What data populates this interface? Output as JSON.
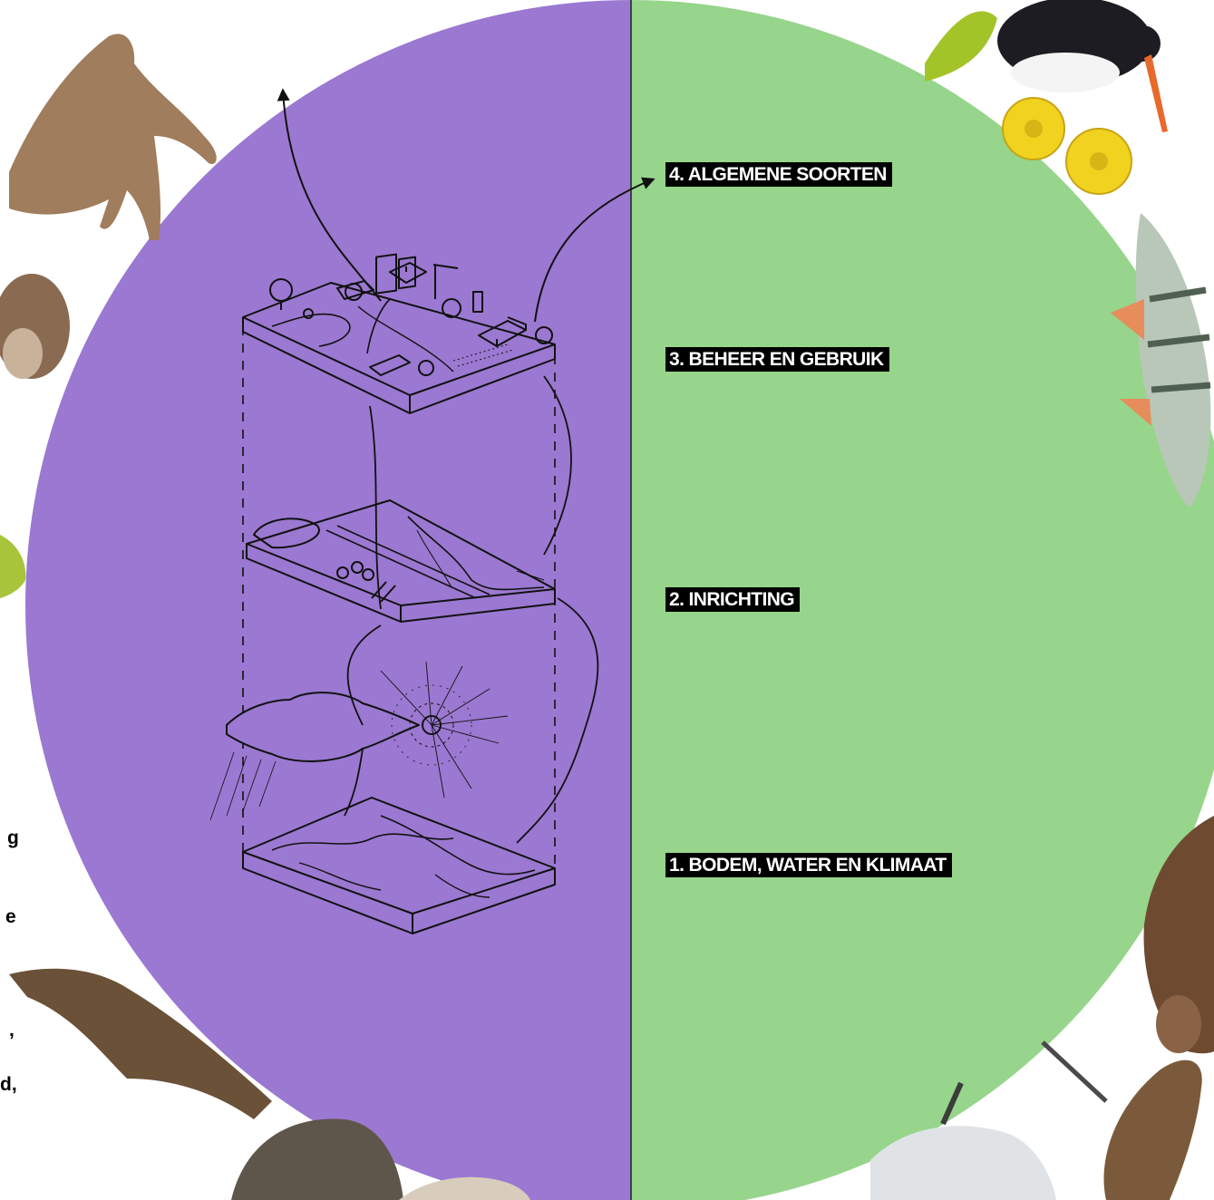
{
  "colors": {
    "left_half": "#9b78d1",
    "right_half": "#96d58b",
    "divider": "#222222",
    "label_bg": "#000000",
    "label_text": "#ffffff",
    "ink": "#111111"
  },
  "layers": [
    {
      "label": "4. ALGEMENE SOORTEN"
    },
    {
      "label": "3. BEHEER EN GEBRUIK"
    },
    {
      "label": "2. INRICHTING"
    },
    {
      "label": "1. BODEM, WATER EN KLIMAAT"
    }
  ],
  "cut_off_text": [
    "g",
    "e",
    ",",
    "d,"
  ],
  "photos": [
    {
      "name": "roe-deer-photo"
    },
    {
      "name": "sparrow-photo"
    },
    {
      "name": "oystercatcher-photo"
    },
    {
      "name": "marsh-marigold-photo"
    },
    {
      "name": "perch-photo"
    },
    {
      "name": "beaver-photo"
    },
    {
      "name": "otter-photo"
    },
    {
      "name": "hedgehog-photo"
    },
    {
      "name": "spoonbill-photo"
    },
    {
      "name": "snipe-photo"
    }
  ]
}
